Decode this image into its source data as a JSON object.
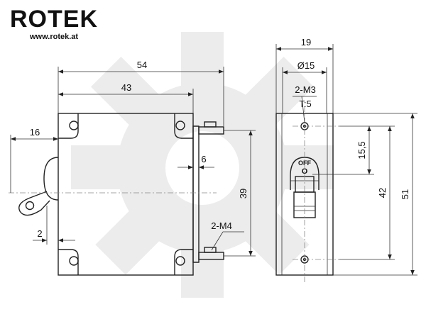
{
  "brand": {
    "name": "ROTEK",
    "url": "www.rotek.at"
  },
  "front_view": {
    "dim_total_width": "54",
    "dim_body_width": "43",
    "dim_lever": "16",
    "dim_terminal": "6",
    "dim_height": "39",
    "dim_offset": "2",
    "terminal_label": "2-M4"
  },
  "side_view": {
    "dim_width": "19",
    "dim_diameter": "Ø15",
    "thread_label": "2-M3",
    "thread_depth": "T:5",
    "switch_label": "OFF",
    "switch_state": "O",
    "dim_upper": "15,5",
    "dim_hole_spacing": "42",
    "dim_total_height": "51"
  },
  "colors": {
    "line": "#222222",
    "watermark": "#ececec",
    "background": "#ffffff"
  }
}
